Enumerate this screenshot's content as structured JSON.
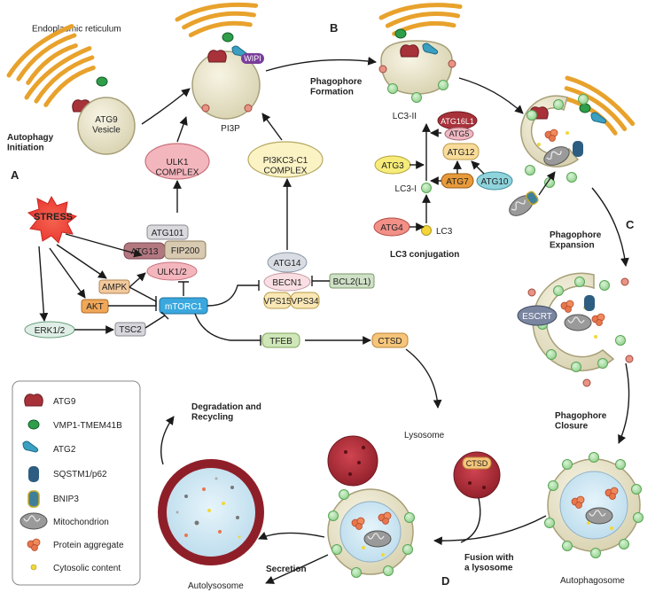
{
  "colors": {
    "atg9": "#a8323a",
    "vmp1": "#2e9e4a",
    "atg2": "#3a9fc0",
    "sqstm1": "#2d5d80",
    "bnip3": "#3f7f9a",
    "mito": "#8c8c8c",
    "aggregate": "#e8764c",
    "cytosolic": "#f0d83a",
    "membrane": "#efe9c8",
    "er": "#f2b640",
    "lc3": "#a8e0a4",
    "lysosome": "#b02a35"
  },
  "panel_letters": {
    "a": "A",
    "b": "B",
    "c": "C",
    "d": "D"
  },
  "labels": {
    "er": "Endoplasmic reticulum",
    "autophagy_initiation": "Autophagy Initiation",
    "atg9_vesicle": "ATG9 Vesicle",
    "pi3p": "PI3P",
    "phagophore_formation": "Phagophore Formation",
    "phagophore_expansion": "Phagophore Expansion",
    "phagophore_closure": "Phagophore Closure",
    "lc3_conjugation": "LC3 conjugation",
    "autophagosome": "Autophagosome",
    "fusion": "Fusion with a lysosome",
    "secretion": "Secretion",
    "autolysosome": "Autolysosome",
    "degradation": "Degradation and Recycling",
    "lysosome": "Lysosome",
    "wipi": "WIPI",
    "escrt": "ESCRT",
    "ctsd_lyso": "CTSD"
  },
  "nodes": {
    "stress": "STRESS",
    "ulk1_complex": "ULK1 COMPLEX",
    "pi3kc3_complex": "PI3KC3-C1 COMPLEX",
    "atg101": "ATG101",
    "atg13": "ATG13",
    "fip200": "FIP200",
    "ulk12": "ULK1/2",
    "ampk": "AMPK",
    "akt": "AKT",
    "mtorc1": "mTORC1",
    "erk12": "ERK1/2",
    "tsc2": "TSC2",
    "atg14": "ATG14",
    "becn1": "BECN1",
    "bcl2": "BCL2(L1)",
    "vps15": "VPS15",
    "vps34": "VPS34",
    "tfeb": "TFEB",
    "ctsd": "CTSD",
    "atg16l1": "ATG16L1",
    "atg5": "ATG5",
    "atg12": "ATG12",
    "atg3": "ATG3",
    "atg7": "ATG7",
    "atg10": "ATG10",
    "atg4": "ATG4",
    "lc3_ii": "LC3-II",
    "lc3_i": "LC3-I",
    "lc3": "LC3"
  },
  "legend": [
    {
      "icon": "atg9",
      "label": "ATG9"
    },
    {
      "icon": "vmp1",
      "label": "VMP1-TMEM41B"
    },
    {
      "icon": "atg2",
      "label": "ATG2"
    },
    {
      "icon": "sqstm1",
      "label": "SQSTM1/p62"
    },
    {
      "icon": "bnip3",
      "label": "BNIP3"
    },
    {
      "icon": "mito",
      "label": "Mitochondrion"
    },
    {
      "icon": "aggregate",
      "label": "Protein aggregate"
    },
    {
      "icon": "cytosolic",
      "label": "Cytosolic content"
    }
  ]
}
